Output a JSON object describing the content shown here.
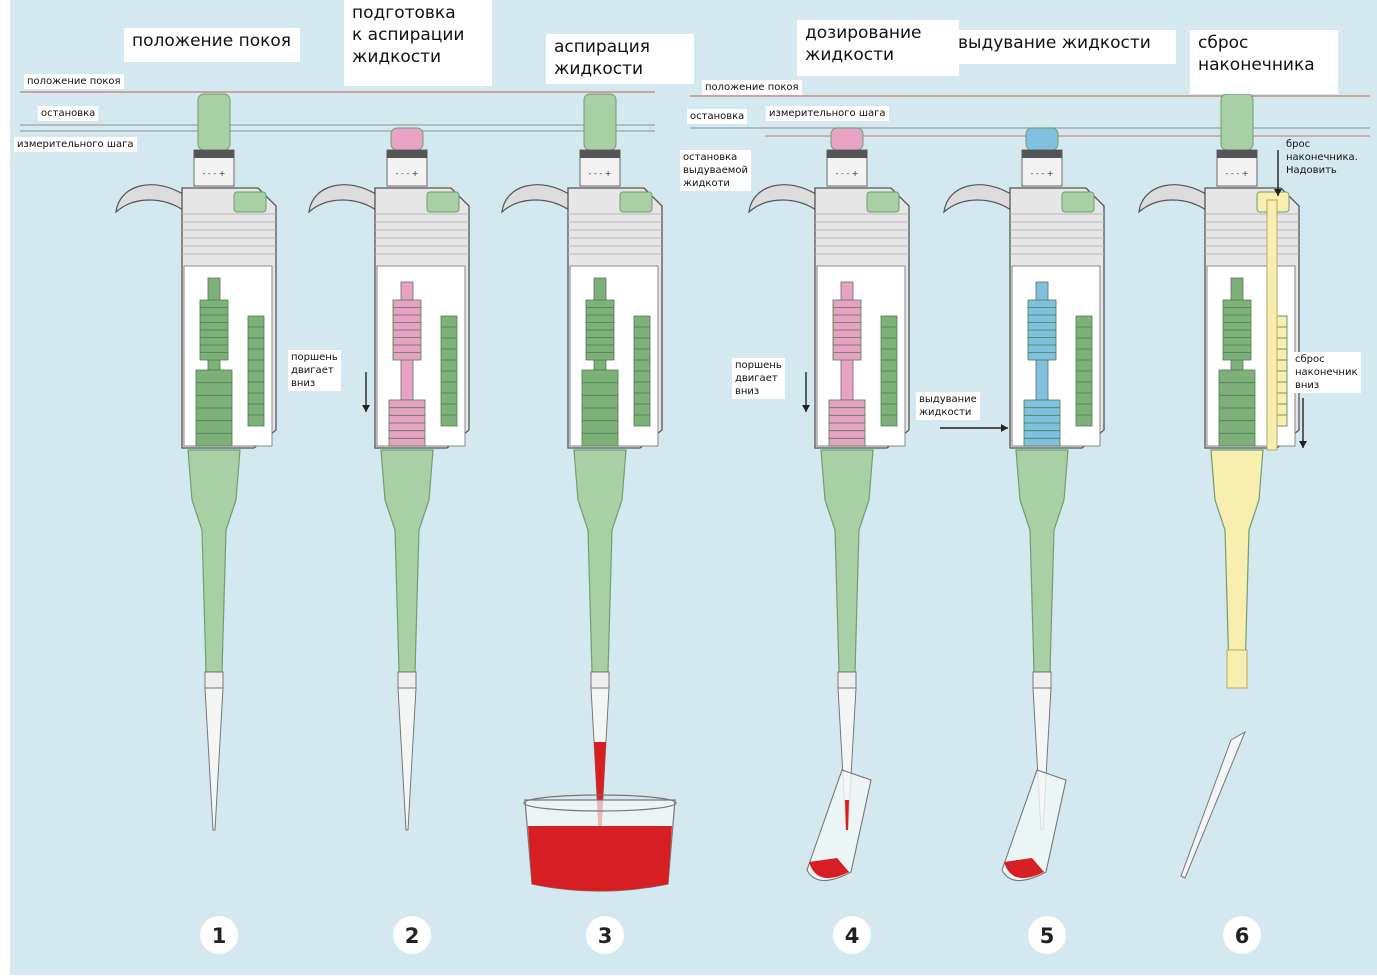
{
  "colors": {
    "background": "#d3e9ef",
    "body_green": "#a9cfa5",
    "body_outline": "#6f9e6f",
    "spring_green": "#7eb07a",
    "piston_pink": "#e8a2c4",
    "piston_blue": "#7fc1df",
    "ejector_yellow": "#f7eeb0",
    "liquid_red": "#d71e23",
    "guide_line": "#c98a80"
  },
  "captions": {
    "rest": "положение покоя",
    "prepare": "подготовка\nк аспирации\nжидкости",
    "aspirate": "аспирация\nжидкости",
    "dispense": "дозирование\nжидкости",
    "blowout": "выдувание жидкости",
    "eject": "сброс\nнаконечника"
  },
  "left_scale": {
    "rest": "положение покоя",
    "stop": "остановка",
    "measure_step": "измерительного шага"
  },
  "right_scale": {
    "rest": "положение покоя",
    "stop": "остановка",
    "measure_step": "измерительного шага",
    "blow_stop": "остановка\nвыдуваемой\nжидкоти"
  },
  "annotations": {
    "piston_down_a": "поршень\nдвигает\nвниз",
    "piston_down_b": "поршень\nдвигает\nвниз",
    "blowout": "выдувание\nжидкости",
    "eject_top": "брос\nнаконечника.\nНадовить",
    "eject_down": "сброс\nнаконечник\nвниз"
  },
  "steps": [
    "1",
    "2",
    "3",
    "4",
    "5",
    "6"
  ],
  "pipettes": [
    {
      "plunger": "rest",
      "piston": "green",
      "tip": "empty"
    },
    {
      "plunger": "pressed",
      "piston": "pink",
      "tip": "empty"
    },
    {
      "plunger": "rest",
      "piston": "green",
      "tip": "filling"
    },
    {
      "plunger": "pressed",
      "piston": "pink",
      "tip": "dispensing"
    },
    {
      "plunger": "pressed",
      "piston": "blue",
      "tip": "blowout"
    },
    {
      "plunger": "rest",
      "piston": "green",
      "tip": "ejected"
    }
  ]
}
